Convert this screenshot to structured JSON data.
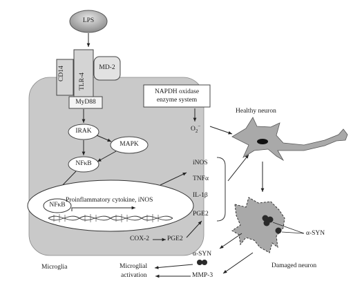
{
  "lps": "LPS",
  "receptors": {
    "cd14": "CD14",
    "tlr4": "TLR-4",
    "md2": "MD-2"
  },
  "myd88": "MyD88",
  "irak": "IRAK",
  "mapk": "MAPK",
  "nfkb_cyto": "NFκB",
  "nucleus": {
    "nfkb": "NFκB",
    "label": "Proinflammatory cytokine, iNOS"
  },
  "nadph": {
    "line1": "NAPDH oxidase",
    "line2": "enzyme system"
  },
  "superoxide": {
    "base": "O",
    "sub": "2",
    "sup": "−"
  },
  "mediators": {
    "inos": "iNOS",
    "tnf": "TNFα",
    "il1b": "IL-1β",
    "pge2": "PGE2"
  },
  "cox2": "COX-2",
  "pge2_bottom": "PGE2",
  "healthy_neuron": "Healthy neuron",
  "damaged_neuron": "Damaged neuron",
  "asyn_right": "α-SYN",
  "asyn_left": "α-SYN",
  "microglia": "Microglia",
  "microglial_activation": {
    "line1": "Microglial",
    "line2": "activation"
  },
  "mmp3": "MMP-3",
  "colors": {
    "cell": "#c9c9c9",
    "neuron": "#a9a9a9",
    "line": "#222222"
  }
}
